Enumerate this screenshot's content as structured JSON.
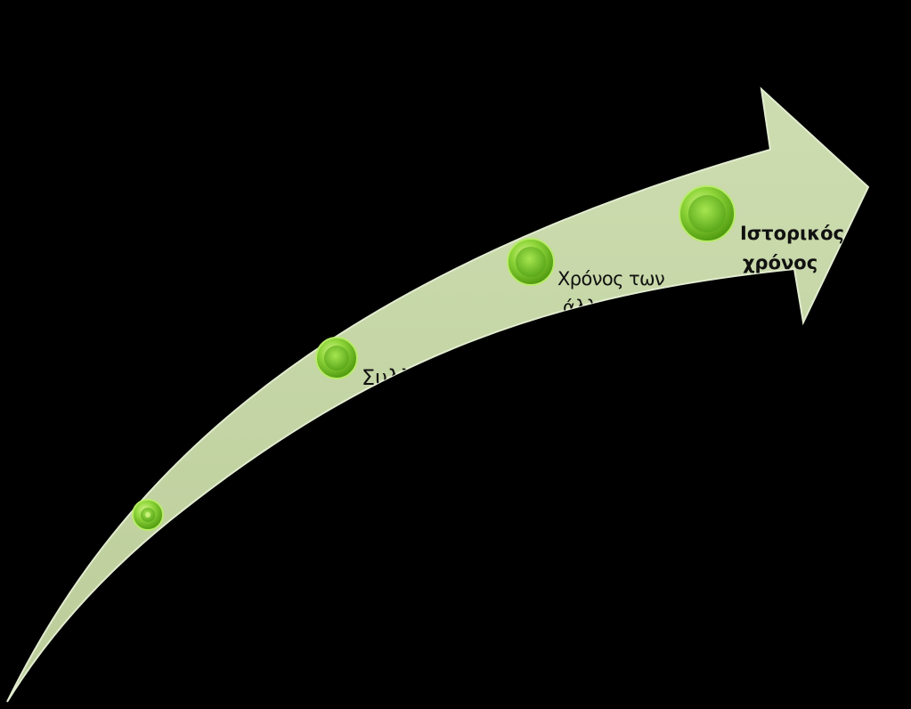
{
  "diagram": {
    "type": "curved-process-arrow",
    "colors": {
      "background": "#000000",
      "arrow_fill": "#c4d4a4",
      "arrow_edge": "#e2ecd0",
      "dot_fill": "#6fc21c",
      "dot_highlight": "#c8f07a",
      "label_text": "#111111"
    },
    "steps": [
      {
        "label": ""
      },
      {
        "label": "Συλλ"
      },
      {
        "label_lines": [
          "Χρόνος των",
          "άλλ"
        ]
      },
      {
        "label_lines": [
          "Ιστορικός",
          "χρόνος"
        ]
      }
    ]
  }
}
